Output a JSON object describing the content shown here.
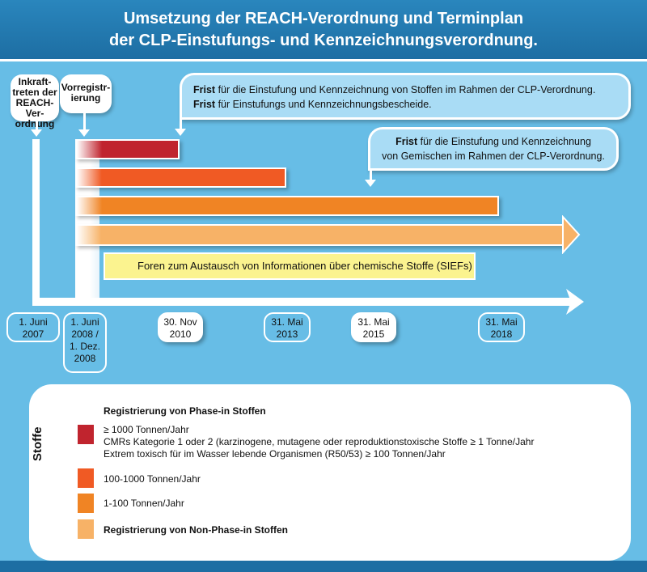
{
  "header": {
    "title_line1": "Umsetzung der REACH-Verordnung und Terminplan",
    "title_line2": "der CLP-Einstufungs- und Kennzeichnungsverordnung."
  },
  "milestones": {
    "inkraft": [
      "Inkraft-",
      "treten der",
      "REACH-Ver-",
      "ordnung"
    ],
    "vorreg": [
      "Vorregistr-",
      "ierung"
    ]
  },
  "callouts": [
    {
      "lines": [
        {
          "bold": "Frist",
          "text": " für die Einstufung und Kennzeichnung von Stoffen im Rahmen der CLP-Verordnung."
        },
        {
          "bold": "Frist",
          "text": " für Einstufungs und Kennzeichnungsbescheide."
        }
      ]
    },
    {
      "lines": [
        {
          "bold": "Frist",
          "text": " für die Einstufung und Kennzeichnung"
        },
        {
          "bold": "",
          "text": "von Gemischen im Rahmen der CLP-Verordnung."
        }
      ]
    }
  ],
  "siefs": "Foren zum Austausch von Informationen über chemische Stoffe (SIEFs)",
  "dates": [
    {
      "lines": [
        "1. Juni",
        "2007"
      ]
    },
    {
      "lines": [
        "1. Juni",
        "2008 /",
        "1. Dez.",
        "2008"
      ]
    },
    {
      "lines": [
        "30. Nov",
        "2010"
      ]
    },
    {
      "lines": [
        "31. Mai",
        "2013"
      ]
    },
    {
      "lines": [
        "31. Mai",
        "2015"
      ]
    },
    {
      "lines": [
        "31. Mai",
        "2018"
      ]
    }
  ],
  "colors": {
    "red": "#c0242e",
    "orangered": "#f05a24",
    "orange": "#f08424",
    "lightorange": "#f7b267",
    "yellow": "#fbf38f"
  },
  "legend": {
    "axis_label": "Stoffe",
    "heading": "Registrierung von Phase-in Stoffen",
    "item1": [
      "≥ 1000 Tonnen/Jahr",
      "CMRs Kategorie 1 oder 2 (karzinogene, mutagene oder reproduktionstoxische Stoffe  ≥ 1 Tonne/Jahr",
      "Extrem toxisch für im Wasser lebende Organismen (R50/53)  ≥ 100 Tonnen/Jahr"
    ],
    "item2": "100-1000 Tonnen/Jahr",
    "item3": "1-100 Tonnen/Jahr",
    "item4": "Registrierung von Non-Phase-in Stoffen"
  }
}
